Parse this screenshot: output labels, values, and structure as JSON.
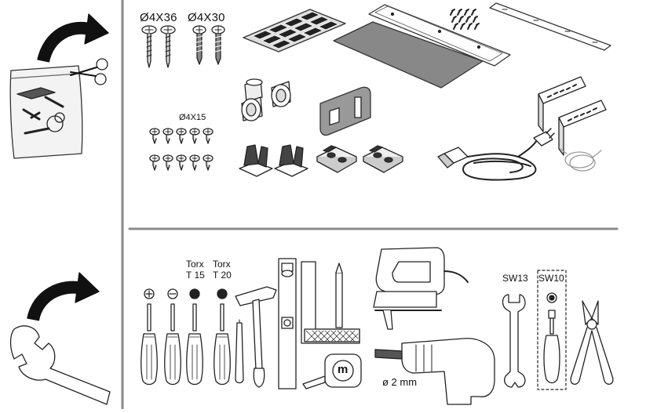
{
  "parts": {
    "screw_labels": {
      "a": "Ø4X36",
      "b": "Ø4X30",
      "c": "Ø4X15"
    }
  },
  "tools": {
    "torx_a": {
      "line1": "Torx",
      "line2": "T 15"
    },
    "torx_b": {
      "line1": "Torx",
      "line2": "T 20"
    },
    "drill_bit": "ø 2 mm",
    "wrench_a": "SW13",
    "wrench_b": "SW10",
    "tape_badge": "m"
  }
}
